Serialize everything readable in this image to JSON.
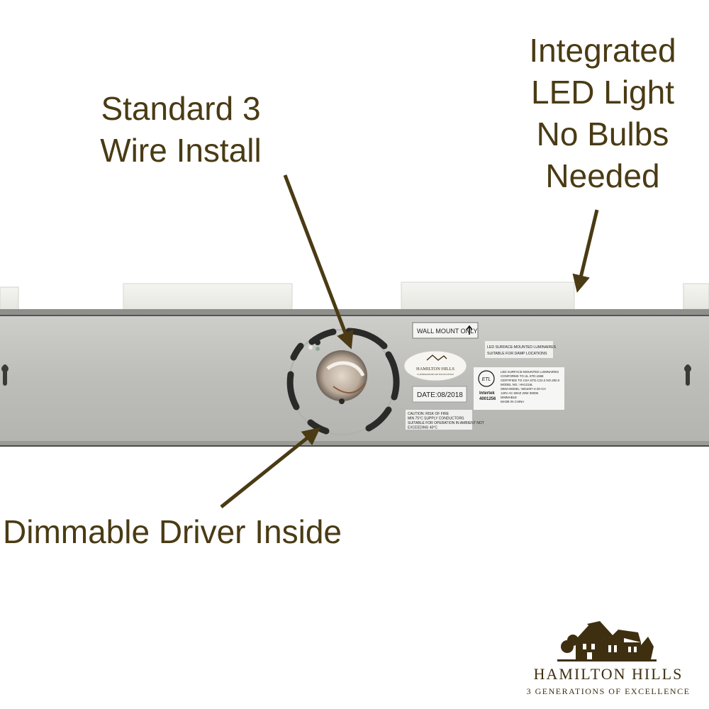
{
  "callouts": {
    "wire_install": [
      "Standard 3",
      "Wire Install"
    ],
    "integrated_led": [
      "Integrated",
      "LED Light",
      "No Bulbs",
      "Needed"
    ],
    "dimmable_driver": "Dimmable Driver Inside"
  },
  "fixture_labels": {
    "wall_mount": "WALL MOUNT ONLY",
    "damp_1": "LED SURFACE-MOUNTED LUMINAIRES",
    "damp_2": "SUITABLE FOR DAMP LOCATIONS",
    "brand_sticker": "HAMILTON HILLS",
    "brand_sticker_sub": "3 GENERATIONS OF EXCELLENCE",
    "date": "DATE:08/2018",
    "caution_1": "CAUTION: RISK OF FIRE",
    "caution_2": "MIN 75°C SUPPLY CONDUCTORS",
    "caution_3": "SUITABLE FOR OPERATION IN AMBIENT NOT",
    "caution_4": "EXCEEDING 40°C",
    "cert_1": "LED SURFACE-MOUNTED LUMINAIRES",
    "cert_2": "CONFORMS TO UL STD.1598",
    "cert_3": "CERTIFIED TO CSA STD.C22.2 NO.250.0",
    "cert_4": "MODEL NO.: HH1216L",
    "cert_5": "OEM MODEL: W61007-4-20-CH",
    "cert_6": "120V AC 60HZ 20W 3000K",
    "cert_7": "DIMMABLE",
    "cert_8": "MADE IN CHINA",
    "etl_mark": "ETL",
    "intertek": "Intertek",
    "intertek_no": "4001256"
  },
  "logo": {
    "name": "HAMILTON HILLS",
    "tagline": "3 GENERATIONS OF EXCELLENCE"
  },
  "colors": {
    "text": "#4a3b14",
    "arrow": "#4a3b14",
    "fixture": "#b9b9b6"
  }
}
